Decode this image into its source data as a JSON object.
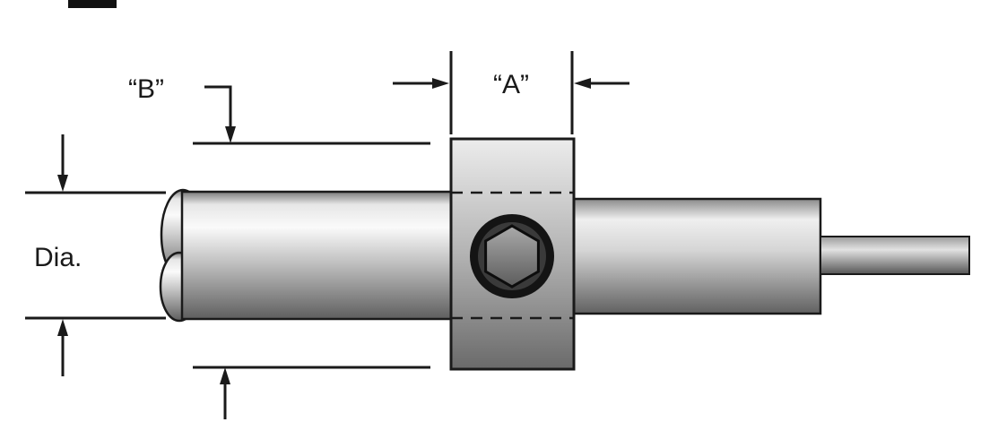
{
  "labels": {
    "dim_a": "“A”",
    "dim_b": "“B”",
    "diameter": "Dia."
  },
  "colors": {
    "outline": "#1a1a1a",
    "metal_highlight": "#fafafa",
    "metal_shadow": "#5f5f5f",
    "collar_light": "#ececec",
    "collar_dark": "#6a6a6a",
    "socket_ring": "#141414",
    "hex_light": "#aaaaaa",
    "hex_dark": "#5c5c5c",
    "background": "#ffffff"
  }
}
